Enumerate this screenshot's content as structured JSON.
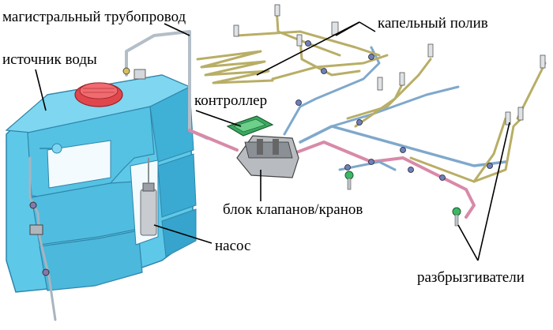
{
  "labels": {
    "main_pipeline": "магистральный трубопровод",
    "water_source": "источник воды",
    "drip_irrigation": "капельный полив",
    "controller": "контроллер",
    "valve_block": "блок клапанов/кранов",
    "pump": "насос",
    "sprinklers": "разбрызгиватели"
  },
  "colors": {
    "tank_body": "#5ec8e8",
    "tank_dark": "#2f9cc4",
    "tank_lid": "#e0474c",
    "controller": "#3aa860",
    "pipe_blue": "#7fa8cc",
    "pipe_pink": "#d88aa8",
    "pipe_olive": "#b8ae66",
    "pipe_gray": "#a8b4c0"
  }
}
